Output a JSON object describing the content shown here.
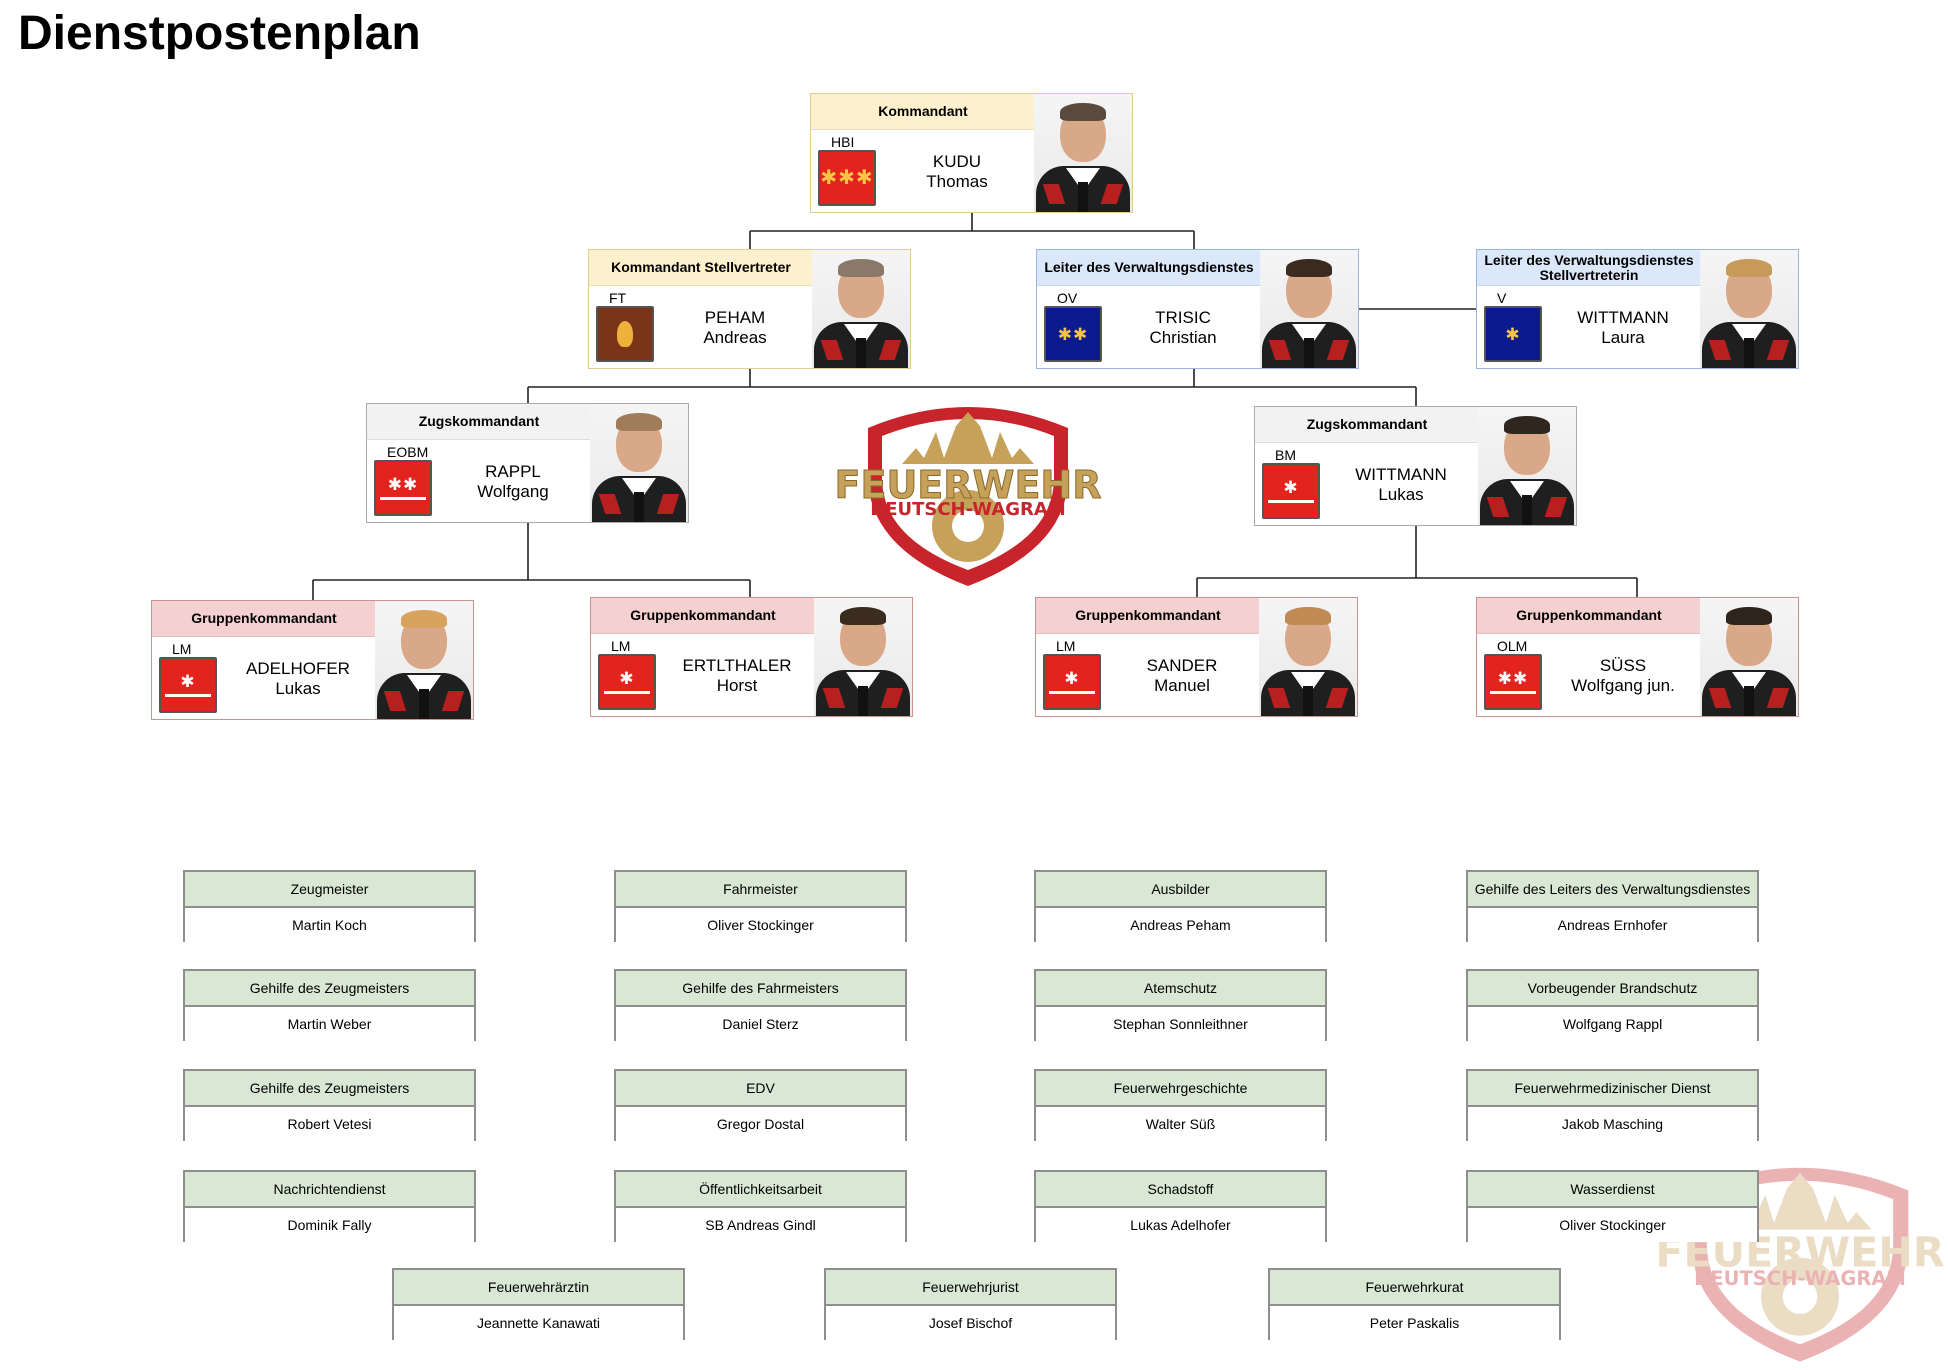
{
  "title": "Dienstpostenplan",
  "colors": {
    "head_commander": "#fdf0cc",
    "head_admin": "#dbe8fa",
    "head_platoon": "#f2f2f2",
    "head_group": "#f5d0d0",
    "border_commander": "#e3cc8f",
    "border_admin": "#9cb6dd",
    "border_platoon": "#aaaaaa",
    "border_group": "#c99393",
    "badge_red": "#e3231d",
    "badge_blue": "#0b1b8f",
    "badge_brown": "#7a3418",
    "duty_head": "#d9e8d5",
    "logo_red": "#c8242c",
    "logo_gold": "#c6a15a"
  },
  "leaders": [
    {
      "id": "kdt",
      "role": "Kommandant",
      "rank": "HBI",
      "surname": "KUDU",
      "firstname": "Thomas",
      "badge_color": "#e3231d",
      "badge_stars": "✱✱✱",
      "badge_icon": "three-stars",
      "hair": "#5a4a3d"
    },
    {
      "id": "kdt-stv",
      "role": "Kommandant Stellvertreter",
      "rank": "FT",
      "surname": "PEHAM",
      "firstname": "Andreas",
      "badge_color": "#7a3418",
      "badge_stars": "🔥",
      "badge_icon": "flame-emblem",
      "hair": "#8a7968"
    },
    {
      "id": "lvd",
      "role": "Leiter des Verwaltungsdienstes",
      "rank": "OV",
      "surname": "TRISIC",
      "firstname": "Christian",
      "badge_color": "#0b1b8f",
      "badge_stars": "✱✱",
      "badge_icon": "two-stars",
      "hair": "#3a2a1f"
    },
    {
      "id": "lvd-stv",
      "role": "Leiter des Verwaltungsdienstes Stellvertreterin",
      "rank": "V",
      "surname": "WITTMANN",
      "firstname": "Laura",
      "badge_color": "#0b1b8f",
      "badge_stars": "✱",
      "badge_icon": "one-star",
      "hair": "#c79a5a"
    },
    {
      "id": "zug1",
      "role": "Zugskommandant",
      "rank": "EOBM",
      "surname": "RAPPL",
      "firstname": "Wolfgang",
      "badge_color": "#e3231d",
      "badge_stars": "✱✱",
      "badge_icon": "two-stars-bar",
      "hair": "#a07c5a"
    },
    {
      "id": "zug2",
      "role": "Zugskommandant",
      "rank": "BM",
      "surname": "WITTMANN",
      "firstname": "Lukas",
      "badge_color": "#e3231d",
      "badge_stars": "✱",
      "badge_icon": "one-star-bar",
      "hair": "#2f2620"
    },
    {
      "id": "grp1",
      "role": "Gruppenkommandant",
      "rank": "LM",
      "surname": "ADELHOFER",
      "firstname": "Lukas",
      "badge_color": "#e3231d",
      "badge_stars": "✱",
      "badge_icon": "one-star-bar",
      "hair": "#d8a35e"
    },
    {
      "id": "grp2",
      "role": "Gruppenkommandant",
      "rank": "LM",
      "surname": "ERTLTHALER",
      "firstname": "Horst",
      "badge_color": "#e3231d",
      "badge_stars": "✱",
      "badge_icon": "one-star-bar",
      "hair": "#3b2c20"
    },
    {
      "id": "grp3",
      "role": "Gruppenkommandant",
      "rank": "LM",
      "surname": "SANDER",
      "firstname": "Manuel",
      "badge_color": "#e3231d",
      "badge_stars": "✱",
      "badge_icon": "one-star-bar",
      "hair": "#c08a55"
    },
    {
      "id": "grp4",
      "role": "Gruppenkommandant",
      "rank": "OLM",
      "surname": "SÜSS",
      "firstname": "Wolfgang jun.",
      "badge_color": "#e3231d",
      "badge_stars": "✱✱",
      "badge_icon": "two-stars-bar",
      "hair": "#2e241c"
    }
  ],
  "logo": {
    "line1": "FEUERWEHR",
    "line2": "DEUTSCH-WAGRAM"
  },
  "duties": [
    {
      "title": "Zeugmeister",
      "name": "Martin Koch"
    },
    {
      "title": "Fahrmeister",
      "name": "Oliver Stockinger"
    },
    {
      "title": "Ausbilder",
      "name": "Andreas Peham"
    },
    {
      "title": "Gehilfe des Leiters des Verwaltungsdienstes",
      "name": "Andreas Ernhofer"
    },
    {
      "title": "Gehilfe des Zeugmeisters",
      "name": "Martin Weber"
    },
    {
      "title": "Gehilfe des Fahrmeisters",
      "name": "Daniel Sterz"
    },
    {
      "title": "Atemschutz",
      "name": "Stephan Sonnleithner"
    },
    {
      "title": "Vorbeugender Brandschutz",
      "name": "Wolfgang Rappl"
    },
    {
      "title": "Gehilfe des Zeugmeisters",
      "name": "Robert Vetesi"
    },
    {
      "title": "EDV",
      "name": "Gregor Dostal"
    },
    {
      "title": "Feuerwehrgeschichte",
      "name": "Walter Süß"
    },
    {
      "title": "Feuerwehrmedizinischer Dienst",
      "name": "Jakob Masching"
    },
    {
      "title": "Nachrichtendienst",
      "name": "Dominik Fally"
    },
    {
      "title": "Öffentlichkeitsarbeit",
      "name": "SB Andreas Gindl"
    },
    {
      "title": "Schadstoff",
      "name": "Lukas Adelhofer"
    },
    {
      "title": "Wasserdienst",
      "name": "Oliver Stockinger"
    },
    {
      "title": "Feuerwehrärztin",
      "name": "Jeannette Kanawati"
    },
    {
      "title": "Feuerwehrjurist",
      "name": "Josef Bischof"
    },
    {
      "title": "Feuerwehrkurat",
      "name": "Peter Paskalis"
    }
  ]
}
